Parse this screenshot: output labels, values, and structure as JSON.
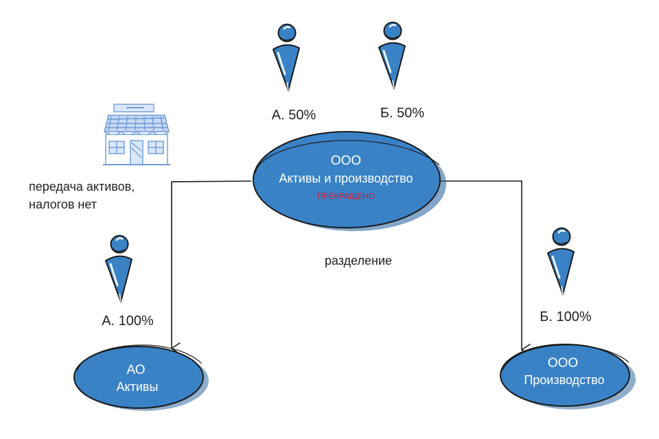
{
  "colors": {
    "node_fill": "#3a82c6",
    "node_shadow": "#1f5d9b",
    "outline": "#1a1a1a",
    "node_text": "#ffffff",
    "status_text": "#e0102a",
    "label_text": "#222222",
    "shop_sketch": "#6d9bd8"
  },
  "top_company": {
    "type": "ООО",
    "name": "Активы и производство",
    "status": "ПРЕКРАЩЕНО"
  },
  "owners_top": [
    {
      "share": "А. 50%",
      "icon": "person-icon"
    },
    {
      "share": "Б. 50%",
      "icon": "person-icon"
    }
  ],
  "asset_note": {
    "line1": "передача активов,",
    "line2": "налогов нет",
    "icon": "shop-icon"
  },
  "split_label": "разделение",
  "left_company": {
    "type": "АО",
    "name": "Активы",
    "owner_share": "А. 100%"
  },
  "right_company": {
    "type": "ООО",
    "name": "Производство",
    "owner_share": "Б. 100%"
  }
}
